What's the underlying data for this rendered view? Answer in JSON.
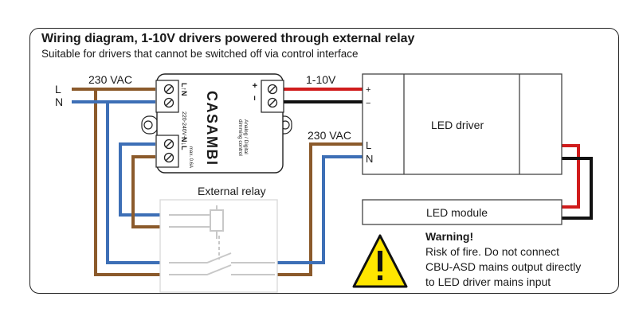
{
  "header": {
    "title": "Wiring diagram, 1-10V drivers powered through external relay",
    "subtitle": "Suitable for drivers that cannot be switched off via control interface"
  },
  "labels": {
    "line_L": "L",
    "line_N": "N",
    "input_voltage": "230 VAC",
    "control_voltage": "1-10V",
    "driver_voltage": "230 VAC",
    "relay": "External relay",
    "led_driver": "LED driver",
    "led_module": "LED module",
    "plus": "+",
    "minus": "−",
    "driver_L": "L",
    "driver_N": "N",
    "casambi_plus": "+",
    "casambi_minus": "−"
  },
  "casambi": {
    "brand": "CASAMBI",
    "top_terminal": "L↑N",
    "bottom_terminal": "N↓L",
    "voltage": "220-240V~",
    "current": "max. 0.6A",
    "output_line1": "Analog / Digital",
    "output_line2": "dimming control"
  },
  "warning": {
    "title": "Warning!",
    "lines": [
      "Risk of fire. Do not connect",
      "CBU-ASD mains output directly",
      "to LED driver mains input"
    ],
    "icon": "warning-triangle-icon"
  },
  "colors": {
    "brown": "#8b5a2b",
    "blue": "#3d6fb6",
    "red": "#d01c1c",
    "black": "#111111",
    "warning_yellow": "#ffe600"
  }
}
